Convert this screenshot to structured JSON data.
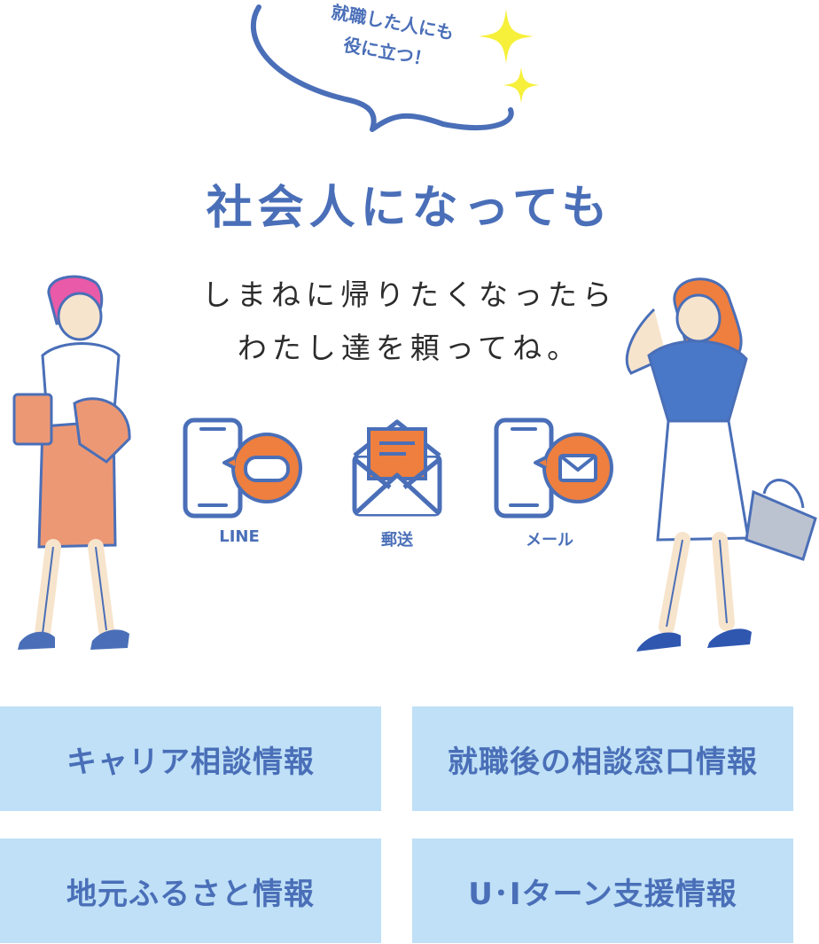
{
  "bubble": {
    "line1": "就職した人にも",
    "line2": "役に立つ！"
  },
  "headline": "社会人になっても",
  "subline": {
    "line1": "しまねに帰りたくなったら",
    "line2": "わたし達を頼ってね。"
  },
  "contacts": [
    {
      "label": "LINE",
      "icon": "smartphone-chat-icon"
    },
    {
      "label": "郵送",
      "icon": "envelope-letter-icon"
    },
    {
      "label": "メール",
      "icon": "smartphone-mail-icon"
    }
  ],
  "menu": [
    {
      "label": "キャリア相談情報"
    },
    {
      "label": "就職後の相談窓口情報"
    },
    {
      "label": "地元ふるさと情報"
    },
    {
      "label": "U･Iターン支援情報"
    }
  ],
  "colors": {
    "brand_blue": "#4a6fb8",
    "accent_orange": "#ee7f3f",
    "button_bg": "#bfe0f6",
    "sparkle": "#f6f03a"
  }
}
